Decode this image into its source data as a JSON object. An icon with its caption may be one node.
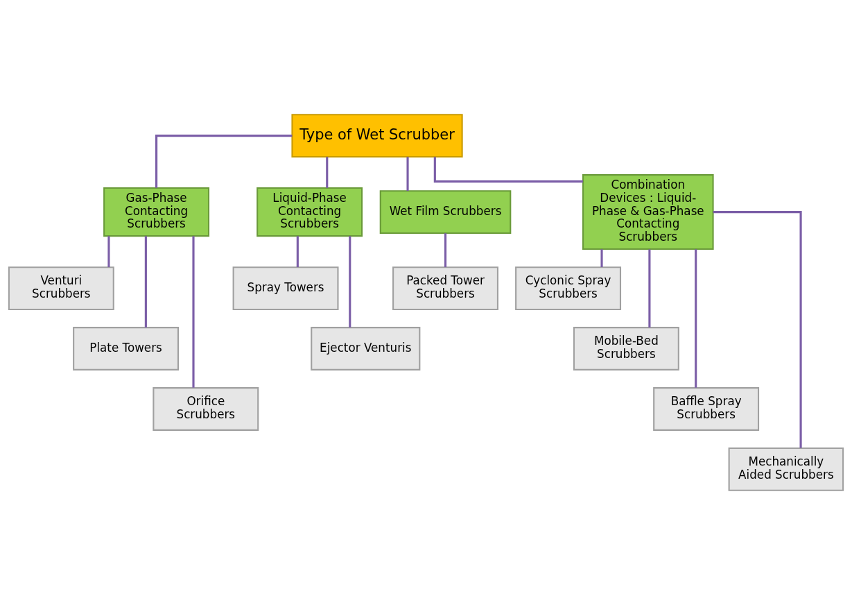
{
  "diagram": {
    "nodes": [
      {
        "text": [
          "Type of Wet Scrubber"
        ]
      },
      {
        "text": [
          "Gas-Phase Contacting Scrubbers"
        ]
      },
      {
        "text": [
          "Liquid-Phase Contacting Scrubbers"
        ]
      },
      {
        "text": [
          "Wet Film Scrubbers"
        ]
      },
      {
        "text": [
          "Combination Devices : Liquid-Phase & Gas-Phase Contacting Scrubbers"
        ]
      },
      {
        "text": [
          "Venturi Scrubbers"
        ]
      },
      {
        "text": [
          "Plate Towers"
        ]
      },
      {
        "text": [
          "Orifice Scrubbers"
        ]
      },
      {
        "text": [
          "Spray Towers"
        ]
      },
      {
        "text": [
          "Ejector Venturis"
        ]
      },
      {
        "text": [
          "Packed Tower Scrubbers"
        ]
      },
      {
        "text": [
          "Cyclonic Spray Scrubbers"
        ]
      },
      {
        "text": [
          "Mobile-Bed Scrubbers"
        ]
      },
      {
        "text": [
          "Baffle Spray Scrubbers"
        ]
      },
      {
        "text": [
          "Mechanically Aided Scrubbers"
        ]
      }
    ],
    "edges": [
      {
        "from": 0,
        "to": 1,
        "arrow": "none"
      },
      {
        "from": 0,
        "to": 2,
        "arrow": "none"
      },
      {
        "from": 0,
        "to": 3,
        "arrow": "none"
      },
      {
        "from": 0,
        "to": 4,
        "arrow": "none"
      },
      {
        "from": 1,
        "to": 5,
        "arrow": "none"
      },
      {
        "from": 1,
        "to": 6,
        "arrow": "none"
      },
      {
        "from": 1,
        "to": 7,
        "arrow": "none"
      },
      {
        "from": 2,
        "to": 8,
        "arrow": "none"
      },
      {
        "from": 2,
        "to": 9,
        "arrow": "none"
      },
      {
        "from": 3,
        "to": 10,
        "arrow": "none"
      },
      {
        "from": 4,
        "to": 11,
        "arrow": "none"
      },
      {
        "from": 4,
        "to": 12,
        "arrow": "none"
      },
      {
        "from": 4,
        "to": 13,
        "arrow": "none"
      },
      {
        "from": 4,
        "to": 14,
        "arrow": "none"
      }
    ]
  }
}
